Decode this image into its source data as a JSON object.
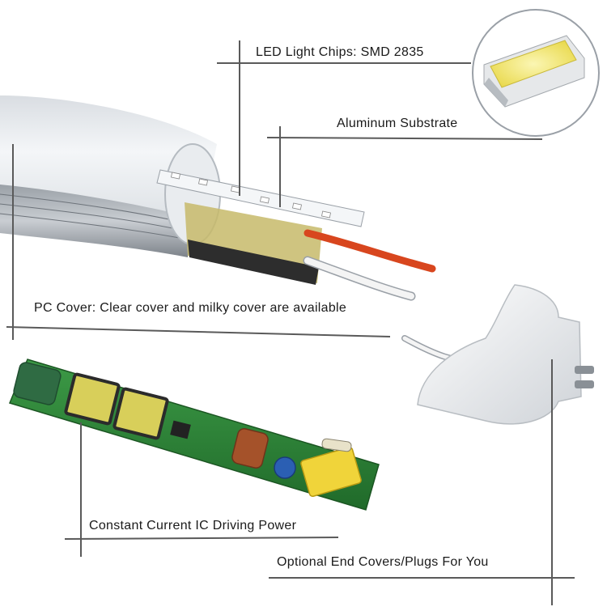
{
  "labels": {
    "led_chips": "LED Light Chips: SMD 2835",
    "aluminum_substrate": "Aluminum Substrate",
    "pc_cover": "PC Cover: Clear cover and milky cover are available",
    "driver": "Constant Current IC Driving Power",
    "end_covers": "Optional End Covers/Plugs For You"
  },
  "colors": {
    "callout_line": "#5a5a5a",
    "wire_red": "#d8461e",
    "wire_white": "#f4f4f4",
    "pcb_green": "#2f8a3a",
    "chip_yellow": "#f3ea7a"
  }
}
